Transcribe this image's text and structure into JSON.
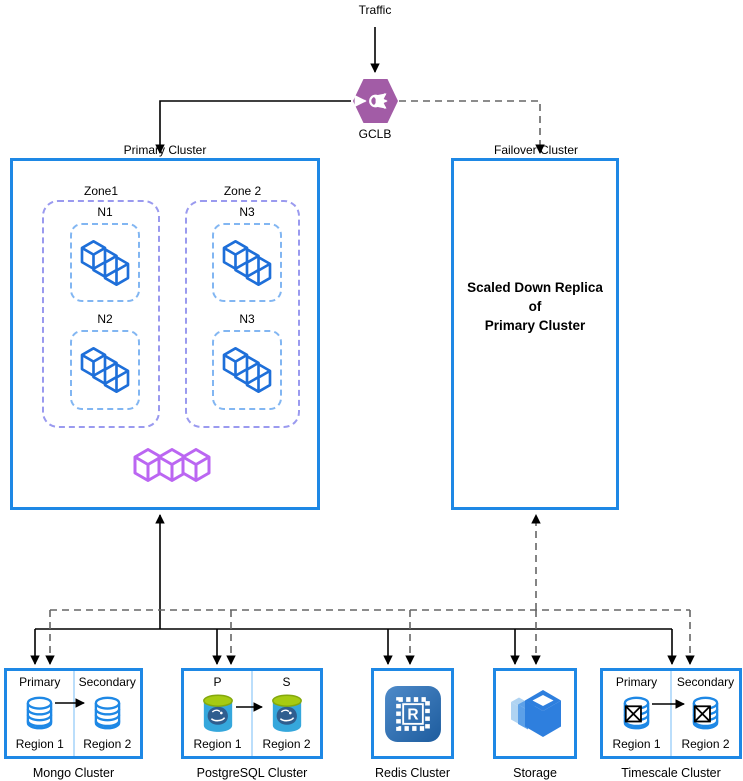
{
  "labels": {
    "traffic": "Traffic",
    "gclb": "GCLB"
  },
  "primary_cluster": {
    "label": "Primary Cluster",
    "zones": [
      {
        "label": "Zone1",
        "nodes": [
          "N1",
          "N2"
        ]
      },
      {
        "label": "Zone 2",
        "nodes": [
          "N3",
          "N3"
        ]
      }
    ]
  },
  "failover_cluster": {
    "label": "Failover Cluster",
    "body": [
      "Scaled Down Replica",
      "of",
      "Primary Cluster"
    ]
  },
  "stores": {
    "mongo": {
      "title": "Mongo Cluster",
      "left_role": "Primary",
      "right_role": "Secondary",
      "left_region": "Region 1",
      "right_region": "Region 2"
    },
    "postgres": {
      "title": "PostgreSQL Cluster",
      "left_role": "P",
      "right_role": "S",
      "left_region": "Region 1",
      "right_region": "Region 2"
    },
    "redis": {
      "title": "Redis Cluster",
      "icon_letter": "R"
    },
    "storage": {
      "title": "Storage"
    },
    "timescale": {
      "title": "Timescale Cluster",
      "left_role": "Primary",
      "right_role": "Secondary",
      "left_region": "Region 1",
      "right_region": "Region 2"
    }
  },
  "colors": {
    "cluster_border": "#1E88E5",
    "zone_border": "#9A9AEF",
    "node_border": "#82B6F2",
    "gclb_fill": "#A25CA6",
    "pods_icon": "#BB66F2",
    "cube_icon": "#1E6FD9",
    "postgres_body": "#35A7DC",
    "postgres_top": "#A6CB12",
    "redis_icon": "#3C78B8",
    "storage_icon": "#2E7FDE",
    "solid_edge": "#000000",
    "dashed_edge": "#666666"
  }
}
